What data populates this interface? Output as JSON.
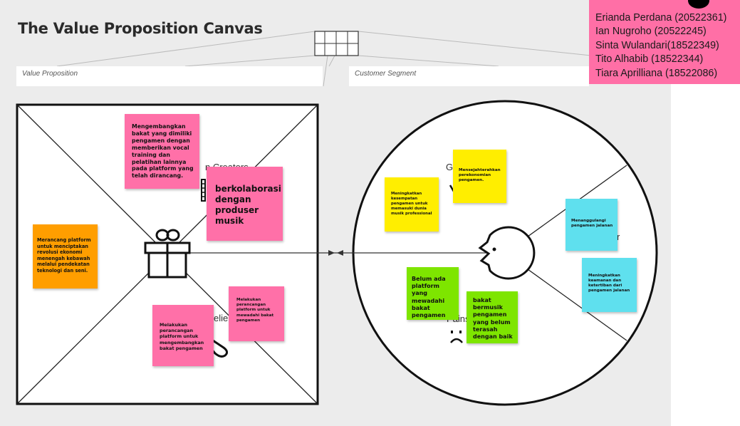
{
  "canvas": {
    "title": "The Value Proposition Canvas",
    "value_proposition_label": "Value Proposition",
    "customer_segment_label": "Customer Segment",
    "gain_creators_fragment": "n Creators",
    "pain_relievers_fragment": "elie",
    "gains_fragment": "G",
    "pains_fragment": "Pains",
    "jobs_fragment": "r"
  },
  "team": {
    "members": [
      "Erianda Perdana (20522361)",
      "Ian Nugroho (20522245)",
      "Sinta Wulandari(18522349)",
      "Tito Alhabib  (18522344)",
      "Tiara Aprilliana (18522086)"
    ]
  },
  "value_map_notes": {
    "gain_creator_1": "Mengembangkan bakat yang dimiliki pengamen dengan memberikan vocal training dan pelatihan lainnya pada platform yang telah dirancang.",
    "gain_creator_2": "berkolaborasi dengan produser musik",
    "product": "Merancang platform untuk menciptakan revolusi ekonomi menengah kebawah melalui pendekatan teknologi dan seni.",
    "pain_reliever_1": "Melakukan perancangan platform untuk mengembangkan bakat pengamen",
    "pain_reliever_2": "Melakukan perancangan platform untuk mewadahi bakat pengamen"
  },
  "customer_profile_notes": {
    "gain_1": "Mensejahterahkan perekonomian pengamen.",
    "gain_2": "Meningkatkan kesempatan pengamen untuk memasuki dunia musik professional",
    "job_1": "Menanggulangi pengamen jalanan",
    "job_2": "Meningkatkan keamanan dan ketertiban dari pengamen jalanan",
    "pain_1": "Belum ada platform yang mewadahi bakat pengamen",
    "pain_2": "bakat bermusik pengamen yang belum terasah dengan baik"
  },
  "colors": {
    "pink": "#ff70a8",
    "orange": "#ff9e00",
    "yellow": "#ffee00",
    "green": "#7ee500",
    "cyan": "#5fe0ee",
    "names_note": "#ff6fa6"
  }
}
